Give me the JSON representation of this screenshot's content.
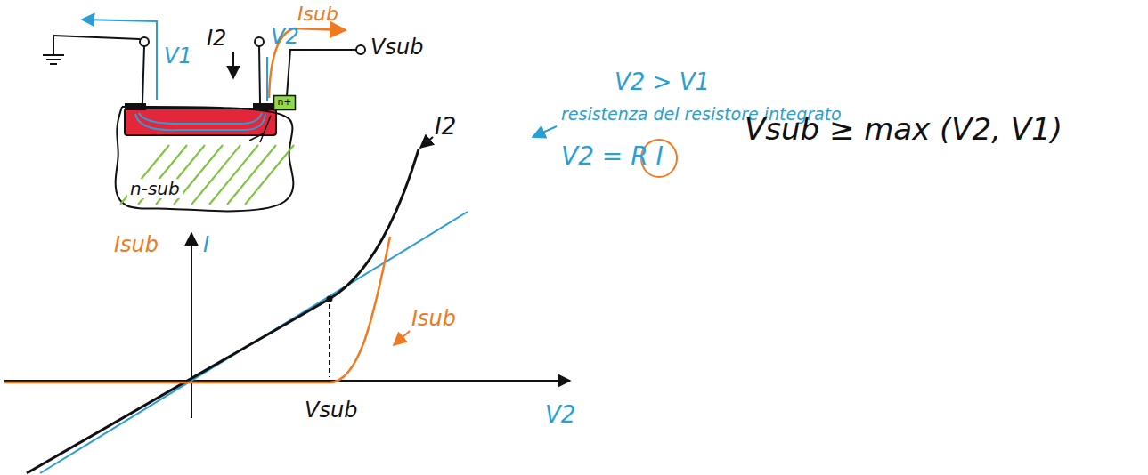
{
  "diagram": {
    "nodes": [
      {
        "text": [
          "n-sub"
        ]
      },
      {
        "text": [
          "n+"
        ],
        "in": 0
      }
    ],
    "labels": [
      "V1",
      "I2",
      "V2",
      "Isub",
      "Vsub",
      "V2 > V1",
      "resistenza del resistore integrato",
      "V2 = R I",
      "I2",
      "Isub",
      "I",
      "Isub",
      "Vsub",
      "V2",
      "Vsub ≥ max (V2, V1)"
    ]
  }
}
